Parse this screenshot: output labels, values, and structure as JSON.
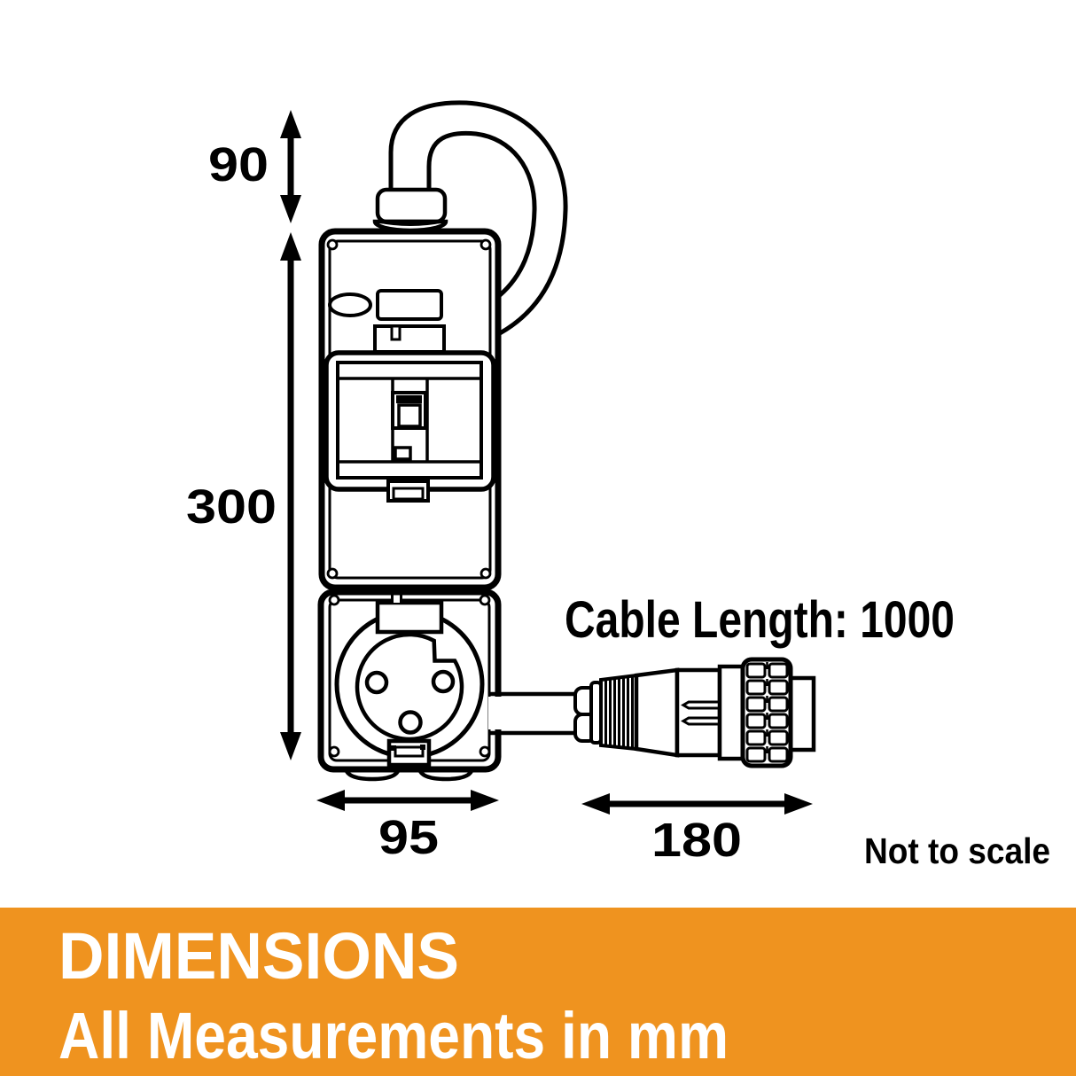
{
  "diagram": {
    "labels": {
      "gland_height": "90",
      "body_height": "300",
      "body_width": "95",
      "plug_length": "180",
      "cable_length": "Cable Length: 1000",
      "scale_note": "Not to scale"
    },
    "banner": {
      "title": "DIMENSIONS",
      "subtitle": "All Measurements in mm"
    },
    "colors": {
      "banner_bg": "#EF931F",
      "banner_text": "#FFFFFF",
      "line": "#000000",
      "canvas_bg": "#FFFFFF"
    }
  }
}
